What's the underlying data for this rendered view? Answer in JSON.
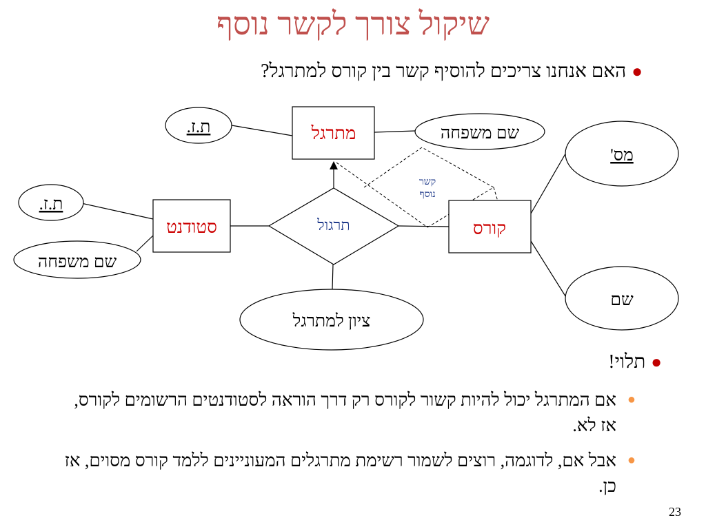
{
  "slide": {
    "title": "שיקול צורך לקשר נוסף",
    "question": "האם אנחנו צריכים להוסיף קשר בין קורס למתרגל?",
    "depends": "תלוי!",
    "sub_points": [
      "אם המתרגל יכול להיות קשור לקורס רק דרך הוראה לסטודנטים הרשומים לקורס, אז לא.",
      "אבל אם, לדוגמה, רוצים לשמור רשימת מתרגלים המעוניינים ללמד קורס מסוים, אז כן."
    ],
    "page_number": "23"
  },
  "diagram": {
    "entities": {
      "tutor": "מתרגל",
      "student": "סטודנט",
      "course": "קורס"
    },
    "relationship": "תרגול",
    "extra_relationship": {
      "line1": "קשר",
      "line2": "נוסף"
    },
    "attributes": {
      "tutor_id": "ת.ז.",
      "tutor_lastname": "שם משפחה",
      "student_id": "ת.ז.",
      "student_lastname": "שם משפחה",
      "course_number": "מס'",
      "course_name": "שם",
      "tutor_grade": "ציון למתרגל"
    },
    "colors": {
      "entity_text": "#cc0000",
      "relationship_text": "#1f3a8a",
      "title": "#c0504d",
      "bullet": "#c00000",
      "sub_bullet": "#f79646"
    }
  }
}
